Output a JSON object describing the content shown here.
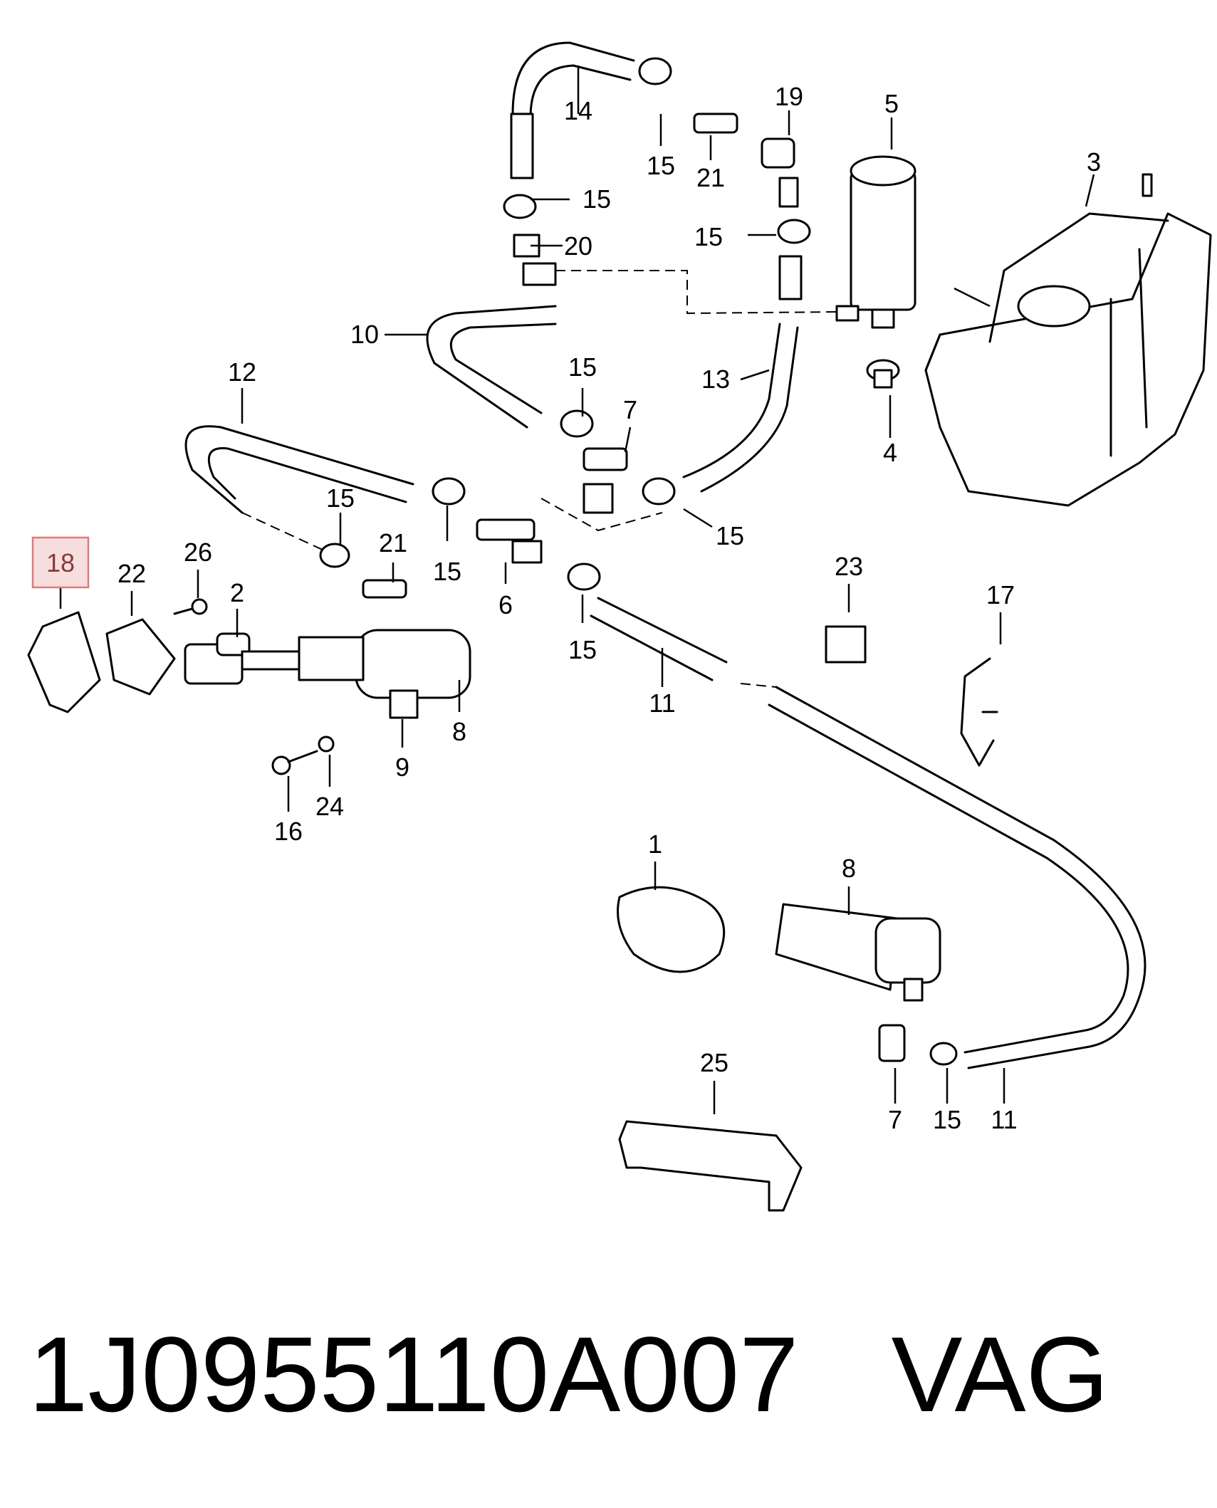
{
  "highlighted_callout": "18",
  "callouts": {
    "c1": "1",
    "c2": "2",
    "c3": "3",
    "c4": "4",
    "c5": "5",
    "c6": "6",
    "c7a": "7",
    "c7b": "7",
    "c8a": "8",
    "c8b": "8",
    "c9": "9",
    "c10": "10",
    "c11a": "11",
    "c11b": "11",
    "c12": "12",
    "c13": "13",
    "c14": "14",
    "c15a": "15",
    "c15b": "15",
    "c15c": "15",
    "c15d": "15",
    "c15e": "15",
    "c15f": "15",
    "c15g": "15",
    "c15h": "15",
    "c15i": "15",
    "c16": "16",
    "c17": "17",
    "c19": "19",
    "c20": "20",
    "c21a": "21",
    "c21b": "21",
    "c22": "22",
    "c23": "23",
    "c24": "24",
    "c25": "25",
    "c26": "26"
  },
  "footer": {
    "part_number": "1J0955110A007",
    "brand": "VAG"
  },
  "colors": {
    "highlight_fill": "#f6dede",
    "highlight_border": "#e07a7a"
  }
}
